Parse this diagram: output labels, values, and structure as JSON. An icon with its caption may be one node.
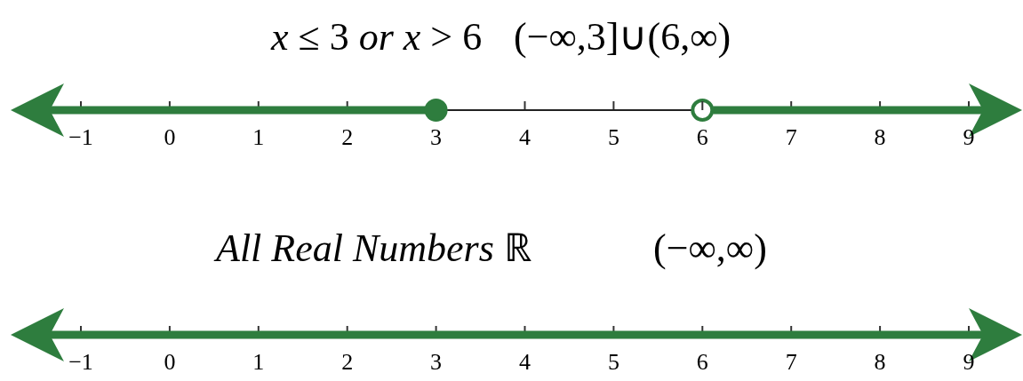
{
  "diagram": {
    "labels": [
      "*x* ≤ 3 *or* *x* > 6",
      "(−∞,3]∪(6,∞)",
      "−1",
      "0",
      "1",
      "2",
      "3",
      "4",
      "5",
      "6",
      "7",
      "8",
      "9",
      "*All Real Numbers* ℝ",
      "(−∞,∞)",
      "−1",
      "0",
      "1",
      "2",
      "3",
      "4",
      "5",
      "6",
      "7",
      "8",
      "9"
    ]
  }
}
